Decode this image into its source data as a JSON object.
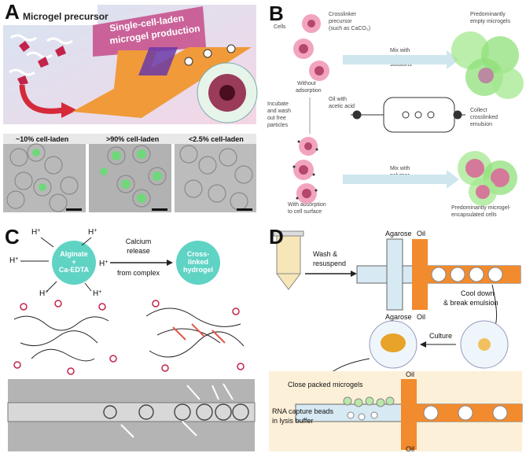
{
  "panels": {
    "a": {
      "letter": "A",
      "title": "Microgel precursor",
      "banner": [
        "Single-cell-laden",
        "microgel production"
      ],
      "micro_labels": [
        "~10% cell-laden",
        ">90% cell-laden",
        "<2.5% cell-laden"
      ]
    },
    "b": {
      "letter": "B",
      "cells": "Cells",
      "crosslinker": [
        "Crosslinker",
        "precursor",
        "(such as CaCO₃)"
      ],
      "without_adsorption": [
        "Without",
        "adsorption"
      ],
      "incubate": [
        "Incubate",
        "and wash",
        "out free",
        "particles"
      ],
      "mix_top": [
        "Mix with",
        "polymer",
        "solutions"
      ],
      "mix_bottom": [
        "Mix with",
        "polymer",
        "solutions"
      ],
      "oil": [
        "Oil with",
        "acetic acid"
      ],
      "collect": [
        "Collect",
        "crosslinked",
        "emulsion"
      ],
      "with_adsorption": [
        "With adsorption",
        "to cell surface"
      ],
      "predominantly_empty": [
        "Predominantly",
        "empty microgels"
      ],
      "predominantly_encap": [
        "Predominantly microgel-",
        "encapsulated cells"
      ]
    },
    "c": {
      "letter": "C",
      "proton": "H",
      "alginate": [
        "Alginate",
        "+",
        "Ca-EDTA"
      ],
      "calcium": [
        "Calcium",
        "release",
        "from complex"
      ],
      "crosslinked": [
        "Cross-",
        "linked",
        "hydrogel"
      ]
    },
    "d": {
      "letter": "D",
      "wash": [
        "Wash &",
        "resuspend"
      ],
      "agarose_top": "Agarose",
      "agarose_bottom": "Agarose",
      "oil_top": "Oil",
      "oil_bottom": "Oil",
      "cool": [
        "Cool down",
        "& break emulsion"
      ],
      "culture": "Culture",
      "close_packed": "Close packed microgels",
      "rna": [
        "RNA capture beads",
        "in lysis buffer"
      ],
      "oil2_top": "Oil",
      "oil2_bottom": "Oil"
    }
  },
  "colors": {
    "teal": "#5fd3c4",
    "orange": "#f28a2e",
    "pink": "#e96a9a",
    "green": "#7fd36a",
    "gray": "#9a9a9a"
  }
}
